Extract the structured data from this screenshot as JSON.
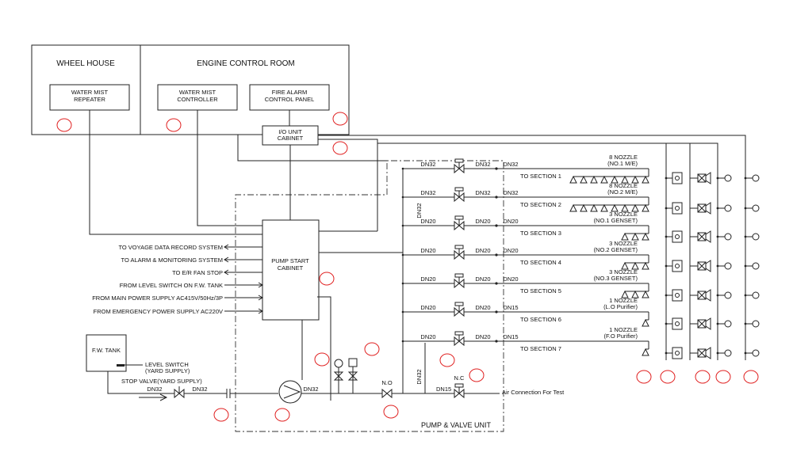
{
  "rooms": {
    "wheel_house": "WHEEL HOUSE",
    "engine_control_room": "ENGINE CONTROL ROOM"
  },
  "boxes": {
    "repeater_l1": "WATER MIST",
    "repeater_l2": "REPEATER",
    "controller_l1": "WATER MIST",
    "controller_l2": "CONTROLLER",
    "fire_alarm_l1": "FIRE ALARM",
    "fire_alarm_l2": "CONTROL PANEL",
    "io_l1": "I/O UNIT",
    "io_l2": "CABINET",
    "pump_start_l1": "PUMP START",
    "pump_start_l2": "CABINET",
    "fw_tank": "F.W. TANK"
  },
  "signals": [
    "TO VOYAGE DATA RECORD SYSTEM",
    "TO ALARM & MONITORING SYSTEM",
    "TO E/R FAN STOP",
    "FROM LEVEL SWITCH ON F.W. TANK",
    "FROM MAIN POWER SUPPLY AC415V/50Hz/3P",
    "FROM EMERGENCY POWER SUPPLY AC220V"
  ],
  "sections": [
    {
      "label": "TO SECTION 1",
      "dn_in": "DN32",
      "dn_out": "DN32",
      "dn_line": "DN32",
      "note1": "8 NOZZLE",
      "note2": "(NO.1 M/E)",
      "nozzles": 8
    },
    {
      "label": "TO SECTION 2",
      "dn_in": "DN32",
      "dn_out": "DN32",
      "dn_line": "DN32",
      "note1": "8 NOZZLE",
      "note2": "(NO.2 M/E)",
      "nozzles": 8
    },
    {
      "label": "TO SECTION 3",
      "dn_in": "DN20",
      "dn_out": "DN20",
      "dn_line": "DN20",
      "note1": "3 NOZZLE",
      "note2": "(NO.1 GENSET)",
      "nozzles": 3
    },
    {
      "label": "TO SECTION 4",
      "dn_in": "DN20",
      "dn_out": "DN20",
      "dn_line": "DN20",
      "note1": "3 NOZZLE",
      "note2": "(NO.2 GENSET)",
      "nozzles": 3
    },
    {
      "label": "TO SECTION 5",
      "dn_in": "DN20",
      "dn_out": "DN20",
      "dn_line": "DN20",
      "note1": "3 NOZZLE",
      "note2": "(NO.3 GENSET)",
      "nozzles": 3
    },
    {
      "label": "TO SECTION 6",
      "dn_in": "DN20",
      "dn_out": "DN20",
      "dn_line": "DN15",
      "note1": "1 NOZZLE",
      "note2": "(L.O Purifier)",
      "nozzles": 1
    },
    {
      "label": "TO SECTION 7",
      "dn_in": "DN20",
      "dn_out": "DN20",
      "dn_line": "DN15",
      "note1": "1 NOZZLE",
      "note2": "(F.O Purifier)",
      "nozzles": 1
    }
  ],
  "piping": {
    "main_header": "DN32",
    "riser": "DN32",
    "pump_outlet": "DN32",
    "stop_valve_in": "DN32",
    "stop_valve_out": "DN32",
    "test_line": "DN15",
    "valve_no": "N.O",
    "valve_nc": "N.C",
    "air_connection": "Air Connection For Test",
    "level_switch_l1": "LEVEL SWITCH",
    "level_switch_l2": "(YARD SUPPLY)",
    "stop_valve_l1": "STOP VALVE(YARD SUPPLY)"
  },
  "unit_label": "PUMP & VALVE UNIT",
  "colors": {
    "line": "#222222",
    "callout": "#e02020",
    "background": "#ffffff"
  }
}
